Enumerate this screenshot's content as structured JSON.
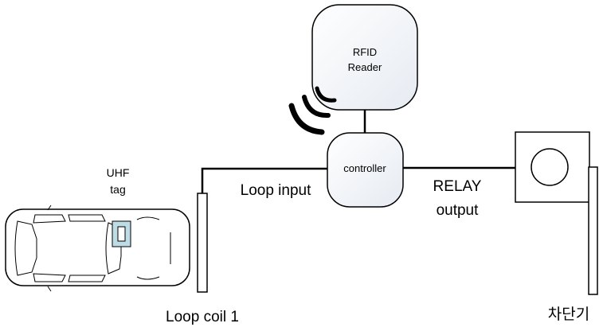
{
  "labels": {
    "rfid_reader_line1": "RFID",
    "rfid_reader_line2": "Reader",
    "controller": "controller",
    "uhf_tag_line1": "UHF",
    "uhf_tag_line2": "tag",
    "loop_input": "Loop input",
    "relay_output_line1": "RELAY",
    "relay_output_line2": "output",
    "loop_coil": "Loop coil 1",
    "barrier": "차단기"
  },
  "colors": {
    "box_fill": "#ecf0f5",
    "tag_fill": "#bddce5",
    "line": "#000000",
    "white": "#ffffff"
  }
}
